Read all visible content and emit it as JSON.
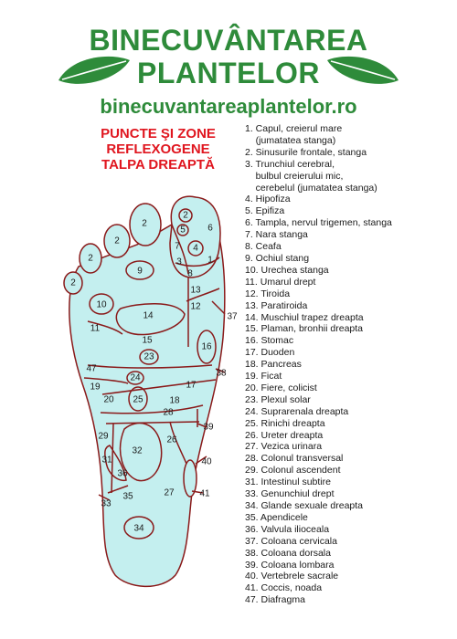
{
  "header": {
    "line1": "BINECUVÂNTAREA",
    "line2": "PLANTELOR",
    "url": "binecuvantareaplantelor.ro",
    "brand_color": "#2e8b3a"
  },
  "chart": {
    "title_lines": [
      "PUNCTE ŞI ZONE",
      "REFLEXOGENE",
      "TALPA DREAPTĂ"
    ],
    "title_color": "#e0161f",
    "fill_color": "#c4efef",
    "line_color": "#8a1a1a"
  },
  "legend": [
    "1. Capul, creierul mare",
    "    (jumatatea stanga)",
    "2. Sinusurile frontale, stanga",
    "3. Trunchiul cerebral,",
    "    bulbul creierului mic,",
    "    cerebelul (jumatatea stanga)",
    "4. Hipofiza",
    "5. Epifiza",
    "6. Tampla, nervul trigemen, stanga",
    "7. Nara stanga",
    "8. Ceafa",
    "9. Ochiul stang",
    "10. Urechea stanga",
    "11. Umarul drept",
    "12. Tiroida",
    "13. Paratiroida",
    "14. Muschiul trapez dreapta",
    "15. Plaman, bronhii dreapta",
    "16. Stomac",
    "17. Duoden",
    "18. Pancreas",
    "19. Ficat",
    "20. Fiere, colicist",
    "23. Plexul solar",
    "24. Suprarenala dreapta",
    "25. Rinichi dreapta",
    "26. Ureter dreapta",
    "27. Vezica urinara",
    "28. Colonul transversal",
    "29. Colonul ascendent",
    "31. Intestinul subtire",
    "33. Genunchiul drept",
    "34. Glande sexuale dreapta",
    "35. Apendicele",
    "36. Valvula ilioceala",
    "37. Coloana cervicala",
    "38. Coloana dorsala",
    "39. Coloana lombara",
    "40. Vertebrele sacrale",
    "41. Coccis, noada",
    "47. Diafragma"
  ],
  "zone_labels": [
    "1",
    "2",
    "2",
    "2",
    "2",
    "2",
    "3",
    "4",
    "5",
    "6",
    "7",
    "8",
    "9",
    "10",
    "11",
    "12",
    "13",
    "14",
    "15",
    "16",
    "17",
    "18",
    "19",
    "20",
    "23",
    "24",
    "25",
    "26",
    "27",
    "28",
    "29",
    "31",
    "32",
    "33",
    "34",
    "35",
    "36",
    "37",
    "38",
    "39",
    "40",
    "41",
    "47"
  ]
}
